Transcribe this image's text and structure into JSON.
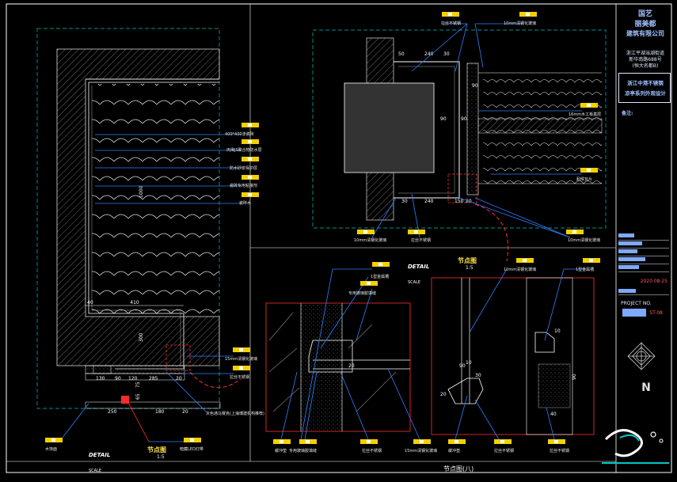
{
  "colors": {
    "background": "#000000",
    "frame": "#ffffff",
    "leader": "#2f7fff",
    "red": "#ff3030",
    "cyan": "#00c8c8",
    "wall_hatch": "#cfcfcf",
    "dim": "#ffffff"
  },
  "titleblock": {
    "company_line1": "国艺",
    "company_line2": "丽美都",
    "company_line3": "建筑有限公司",
    "address_1": "浙江平湖当湖街道",
    "address_2": "新华南路688号",
    "address_3": "(恒大名都B)",
    "project_1": "浙江中港不锈钢",
    "project_2": "凉亭系列外观设计",
    "remark_label": "备注:",
    "date": "2020.08.25",
    "project_no_label": "PROJECT NO.",
    "project_no": "ST-08",
    "north": "N"
  },
  "left_view": {
    "labels": [
      "400*400渗瓷砖",
      "丙烯JS聚合物防水层",
      "防水砂浆保护层",
      "瓷砖专用粘接剂",
      "瓷砖水",
      "15mm清钢化玻璃",
      "拉丝不锈钢",
      "灰色通马赛克(上海博建机构推荐)",
      "木饰面",
      "暗藏LED灯带"
    ],
    "dims": [
      "410",
      "40",
      "1000",
      "300",
      "130",
      "90",
      "120",
      "285",
      "20",
      "250",
      "180",
      "20",
      "75",
      "65"
    ],
    "detail_word": "DETAIL",
    "detail_scale": "SCALE",
    "node_title": "节点图",
    "node_scale": "1:5"
  },
  "top_right_view": {
    "labels": [
      "拉丝不锈钢",
      "10mm清钢化玻璃",
      "16mm木工板基层",
      "耐候瓦片",
      "10mm清钢化玻璃",
      "拉丝不锈钢",
      "10mm清钢化玻璃"
    ],
    "dims": [
      "50",
      "240",
      "30",
      "90",
      "90",
      "30",
      "240",
      "150",
      "20",
      "90"
    ]
  },
  "bottom_views": {
    "detail_word": "DETAIL",
    "detail_scale": "SCALE",
    "node_title": "节点图",
    "node_scale": "1:5",
    "labels_top": [
      "1型金属槽",
      "专用玻璃胶填缝",
      "10mm清钢化玻璃",
      "1型金属槽"
    ],
    "labels_bottom": [
      "缓冲垫",
      "专用玻璃胶填缝",
      "拉丝不锈钢",
      "15mm清钢化玻璃",
      "缓冲垫",
      "拉丝不锈钢",
      "拉丝不锈钢"
    ],
    "dims": [
      "20",
      "90",
      "10",
      "30",
      "10",
      "90",
      "20",
      "40"
    ]
  },
  "sheet_title": "节点图(八)"
}
